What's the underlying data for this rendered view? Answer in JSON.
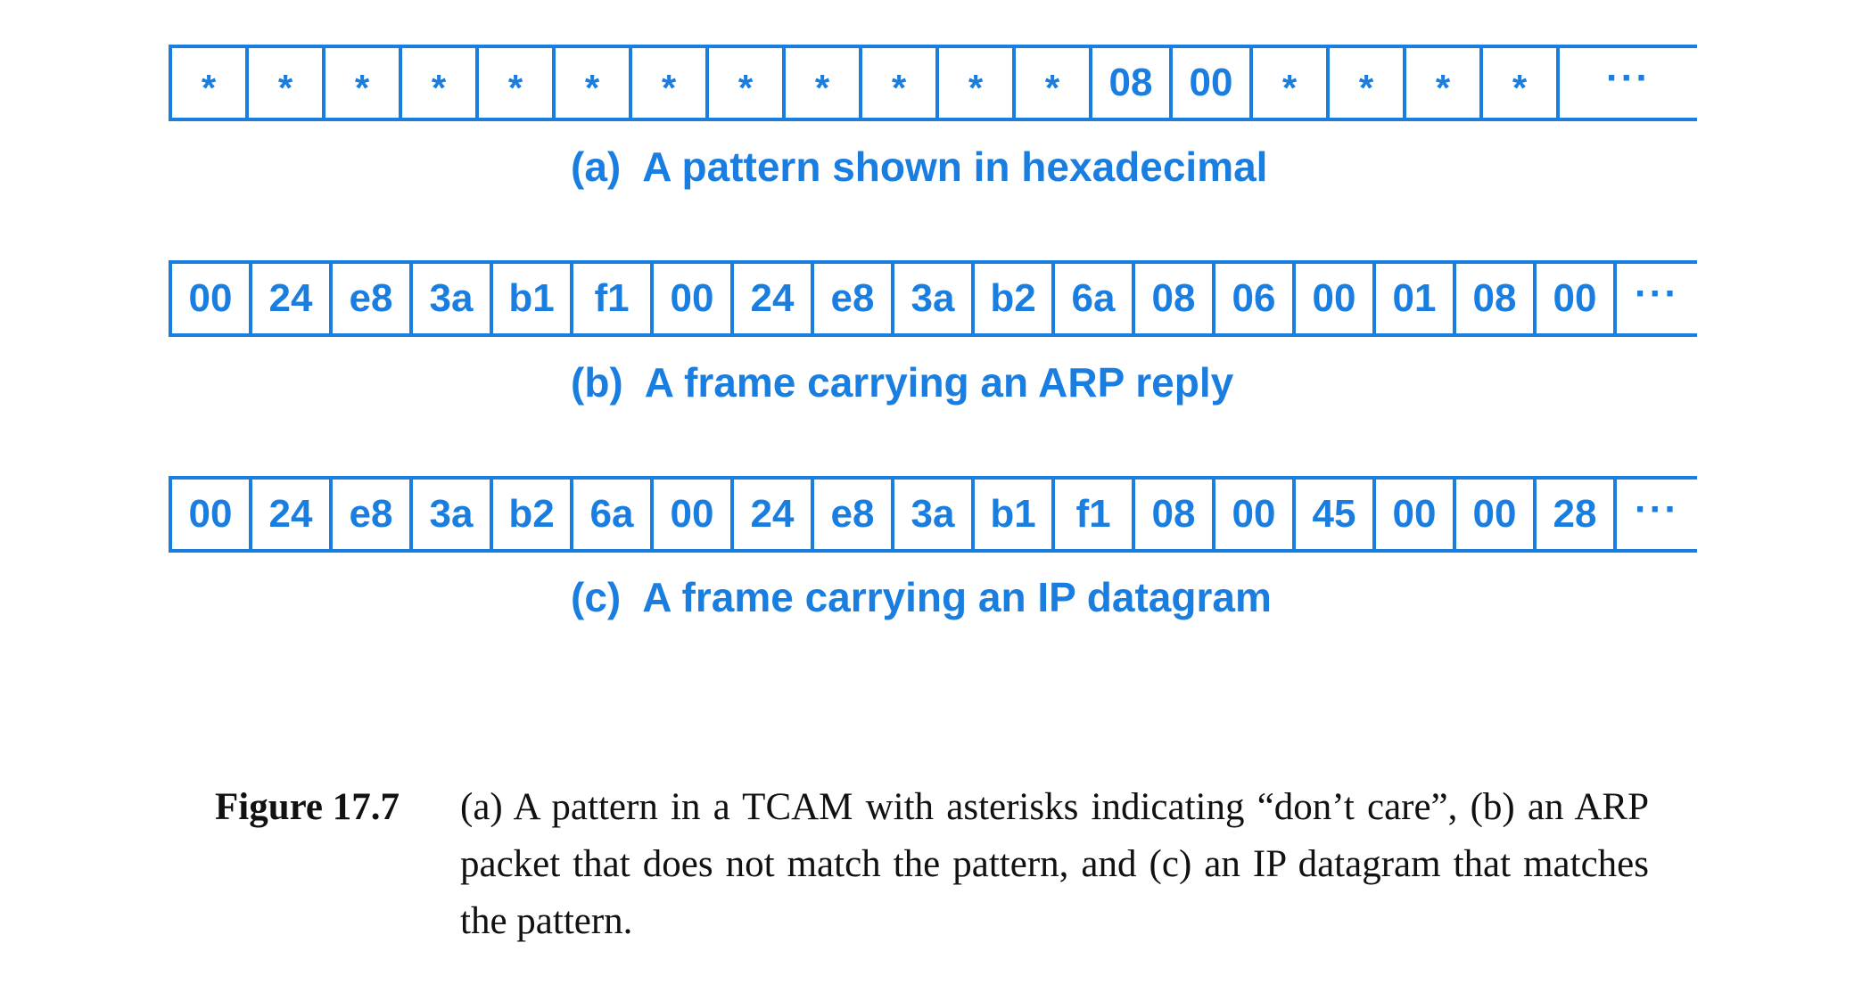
{
  "patterns": [
    {
      "cells": [
        "*",
        "*",
        "*",
        "*",
        "*",
        "*",
        "*",
        "*",
        "*",
        "*",
        "*",
        "*",
        "08",
        "00",
        "*",
        "*",
        "*",
        "*"
      ],
      "ellipsis": "···",
      "label_tag": "(a)",
      "label_text": "A pattern shown in hexadecimal"
    },
    {
      "cells": [
        "00",
        "24",
        "e8",
        "3a",
        "b1",
        "f1",
        "00",
        "24",
        "e8",
        "3a",
        "b2",
        "6a",
        "08",
        "06",
        "00",
        "01",
        "08",
        "00"
      ],
      "ellipsis": "···",
      "label_tag": "(b)",
      "label_text": "A frame carrying an ARP reply"
    },
    {
      "cells": [
        "00",
        "24",
        "e8",
        "3a",
        "b2",
        "6a",
        "00",
        "24",
        "e8",
        "3a",
        "b1",
        "f1",
        "08",
        "00",
        "45",
        "00",
        "00",
        "28"
      ],
      "ellipsis": "···",
      "label_tag": "(c)",
      "label_text": "A frame carrying an IP datagram"
    }
  ],
  "caption": {
    "label": "Figure 17.7",
    "text": "(a) A pattern in a TCAM with asterisks indicating “don’t care”, (b) an ARP packet that does not match the pattern, and (c) an IP datagram that matches the pattern."
  },
  "colors": {
    "accent": "#1a7ee0",
    "text": "#111111"
  }
}
